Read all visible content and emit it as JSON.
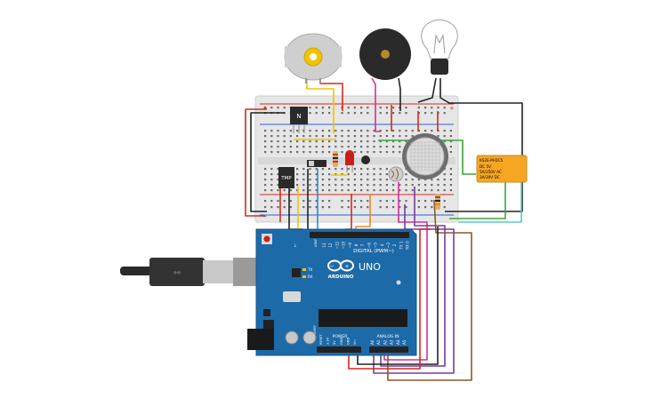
{
  "canvas": {
    "background": "#ffffff"
  },
  "breadboard": {
    "rail_plus": "+",
    "rail_minus": "−",
    "color": "#e8e8e8"
  },
  "components": {
    "transistor_label": "N",
    "temp_sensor_label": "TMP",
    "relay": {
      "line1": "KS2E-M-DC5",
      "line2": "DC 5V",
      "line3": "5A/250V AC",
      "line4": "3A/30V DC"
    }
  },
  "arduino": {
    "brand": "ARDUINO",
    "model": "UNO",
    "digital_label": "DIGITAL (PWM~)",
    "power_label": "POWER",
    "analog_label": "ANALOG IN",
    "tx_label": "TX",
    "rx_label": "RX",
    "l_label": "L",
    "ioref_label": "IOREF",
    "aref_label": "AREF",
    "digital_pins": [
      "13",
      "12",
      "~11",
      "~10",
      "~9",
      "8",
      "7",
      "~6",
      "~5",
      "4",
      "~3",
      "2",
      "TX 1",
      "RX 0"
    ],
    "power_pins": [
      "RESET",
      "3.3V",
      "5V",
      "GND",
      "GND",
      "Vin"
    ],
    "analog_pins": [
      "A0",
      "A1",
      "A2",
      "A3",
      "A4",
      "A5"
    ],
    "color": "#1d6aa8"
  },
  "wire_colors": {
    "red": "#d42a1f",
    "black": "#222222",
    "yellow": "#f0c400",
    "green": "#3aa53a",
    "blue": "#2b8ad6",
    "orange": "#ee8a1c",
    "purple": "#7a3a9a",
    "magenta": "#d0309e",
    "brown": "#8a5a2b",
    "cyan": "#5cc7c7"
  }
}
